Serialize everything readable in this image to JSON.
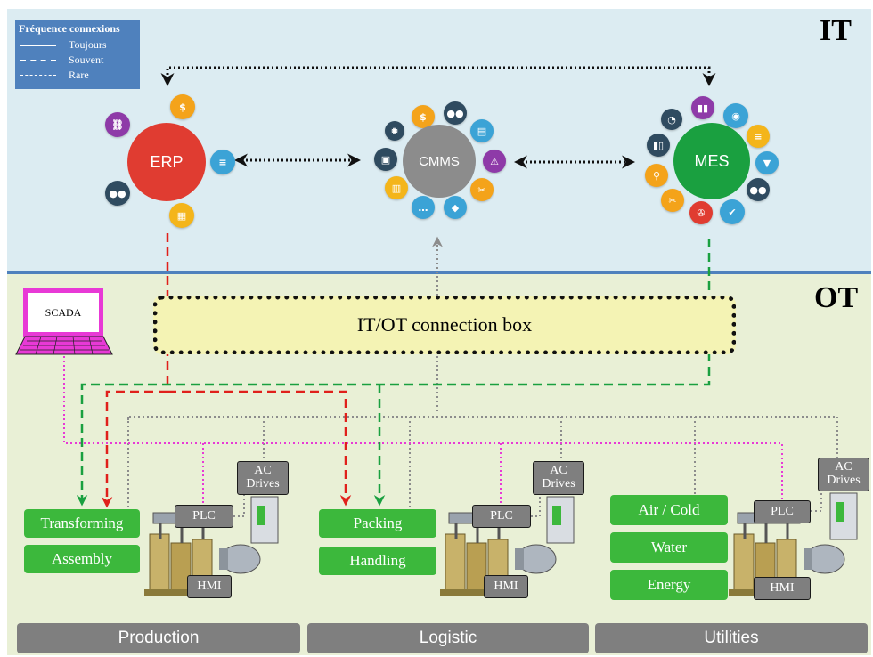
{
  "zones": {
    "it_label": "IT",
    "ot_label": "OT"
  },
  "legend": {
    "title": "Fréquence connexions",
    "items": [
      {
        "label": "Toujours",
        "style": "solid"
      },
      {
        "label": "Souvent",
        "style": "dashed"
      },
      {
        "label": "Rare",
        "style": "fine-dashed"
      }
    ]
  },
  "hubs": {
    "erp": {
      "label": "ERP",
      "color": "#e03c31"
    },
    "cmms": {
      "label": "CMMS",
      "color": "#8c8c8c"
    },
    "mes": {
      "label": "MES",
      "color": "#1aa040"
    }
  },
  "connection_box": {
    "label": "IT/OT connection box"
  },
  "scada": {
    "label": "SCADA"
  },
  "production": {
    "processes": [
      "Transforming",
      "Assembly"
    ],
    "plc": "PLC",
    "hmi": "HMI",
    "drives": "AC Drives",
    "bar": "Production"
  },
  "logistic": {
    "processes": [
      "Packing",
      "Handling"
    ],
    "plc": "PLC",
    "hmi": "HMI",
    "drives": "AC Drives",
    "bar": "Logistic"
  },
  "utilities": {
    "processes": [
      "Air / Cold",
      "Water",
      "Energy"
    ],
    "plc": "PLC",
    "hmi": "HMI",
    "drives": "AC Drives",
    "bar": "Utilities"
  },
  "colors": {
    "red": "#e0201b",
    "green": "#1aa040",
    "gray": "#7f7f7f",
    "pink": "#e839d6",
    "blue": "#4f81bd"
  }
}
